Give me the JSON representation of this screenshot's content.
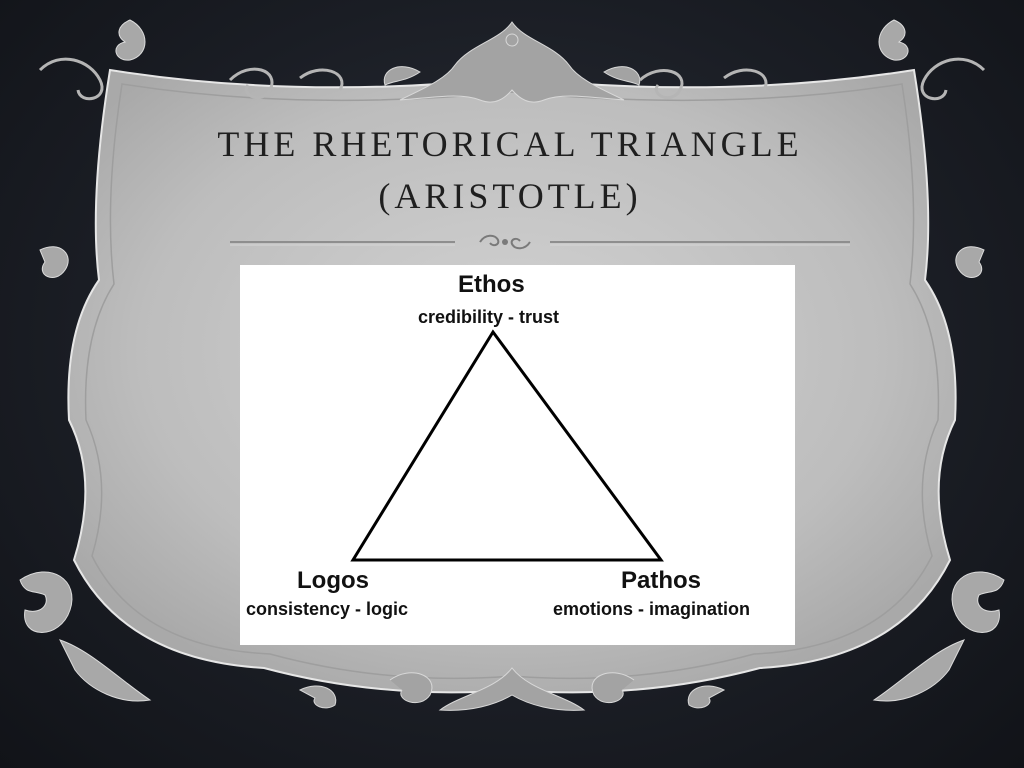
{
  "slide": {
    "title_line1": "The Rhetorical Triangle",
    "title_line2": "(Aristotle)"
  },
  "diagram": {
    "top": {
      "label": "Ethos",
      "sublabel": "credibility - trust"
    },
    "left": {
      "label": "Logos",
      "sublabel": "consistency - logic"
    },
    "right": {
      "label": "Pathos",
      "sublabel": "emotions - imagination"
    }
  },
  "colors": {
    "background": "#1a1d24",
    "frame": "#b8b8b8",
    "ornament": "#9a9a9a",
    "title": "#1f1f1f"
  },
  "icons": [
    "flourish-ornament",
    "scroll-divider-ornament"
  ]
}
